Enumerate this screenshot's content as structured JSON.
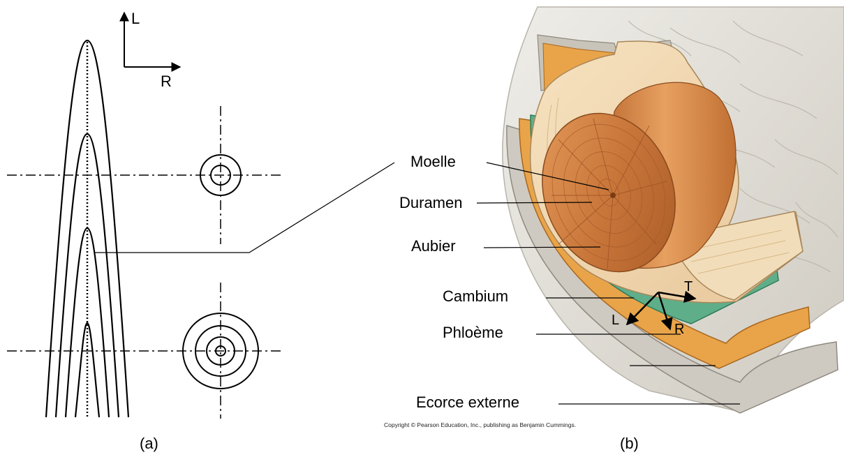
{
  "panel_a": {
    "axis_longitudinal": "L",
    "axis_radial": "R",
    "caption": "(a)"
  },
  "panel_b": {
    "labels": {
      "moelle": "Moelle",
      "duramen": "Duramen",
      "aubier": "Aubier",
      "cambium": "Cambium",
      "phloeme": "Phloème",
      "ecorce": "Ecorce externe"
    },
    "directions": {
      "tangential": "T",
      "longitudinal": "L",
      "radial": "R"
    },
    "copyright": "Copyright © Pearson Education, Inc., publishing as Benjamin Cummings.",
    "caption": "(b)"
  },
  "colors": {
    "heartwood": "#c9763a",
    "sapwood": "#efd3a8",
    "cambium": "#5fae8a",
    "phloem": "#e9a44a",
    "bark": "#d9d6cf"
  }
}
